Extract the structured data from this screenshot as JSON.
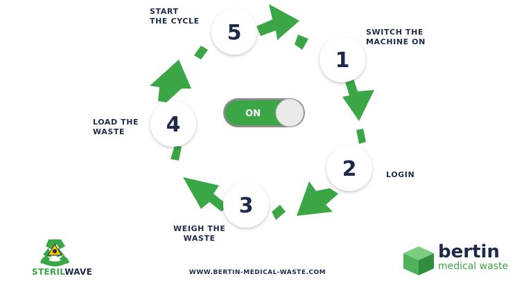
{
  "steps": [
    {
      "number": "1",
      "label": "SWITCH THE\nMACHINE ON"
    },
    {
      "number": "2",
      "label": "LOGIN"
    },
    {
      "number": "3",
      "label": "WEIGH THE\nWASTE"
    },
    {
      "number": "4",
      "label": "LOAD THE\nWASTE"
    },
    {
      "number": "5",
      "label": "START\nTHE CYCLE"
    }
  ],
  "toggle": {
    "label": "ON",
    "state": "on"
  },
  "footer": {
    "website": "WWW.BERTIN-MEDICAL-WASTE.COM"
  },
  "logos": {
    "sterilwave": {
      "part1": "STERIL",
      "part2": "WAVE",
      "icon": "recycle-biohazard-icon"
    },
    "bertin": {
      "name": "bertin",
      "tagline": "medical waste",
      "icon": "cube-icon"
    }
  },
  "colors": {
    "green": "#3aa646",
    "navy": "#1e2a4a",
    "toggle_track": "#3aa646",
    "toggle_border": "#6b6b6b"
  }
}
